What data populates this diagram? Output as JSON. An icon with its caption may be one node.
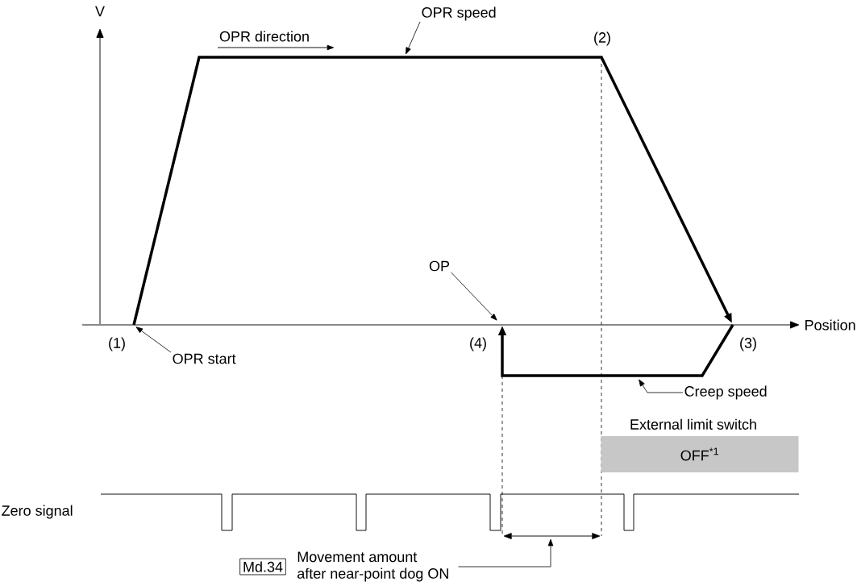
{
  "diagram": {
    "nodes": [
      {
        "text": [
          "OPR speed"
        ]
      },
      {
        "text": [
          "OP"
        ]
      },
      {
        "text": [
          "OPR start"
        ]
      },
      {
        "text": [
          "Creep speed"
        ]
      },
      {
        "text": [
          "External limit switch",
          "OFF$^{*1}$"
        ]
      },
      {
        "text": [
          "Md.34"
        ]
      },
      {
        "text": [
          "Movement amount after near-point dog ON"
        ]
      }
    ],
    "edges": [
      {
        "from": 0,
        "to": null,
        "arrow": "to"
      },
      {
        "from": 1,
        "to": null,
        "arrow": "to"
      },
      {
        "from": 2,
        "to": null,
        "arrow": "to"
      },
      {
        "from": 3,
        "to": null,
        "arrow": "to"
      },
      {
        "from": 6,
        "to": null,
        "arrow": "to"
      }
    ],
    "labels": [
      "V",
      "OPR direction",
      "(2)",
      "Position",
      "(1)",
      "(4)",
      "(3)",
      "Zero signal"
    ]
  }
}
